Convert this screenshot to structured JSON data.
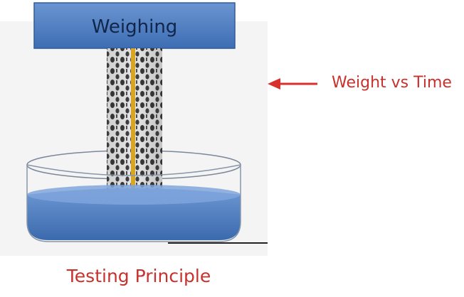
{
  "weighing_label": "Weighing",
  "annotation": {
    "text": "Weight vs Time",
    "arrow_icon": "arrow-left-icon"
  },
  "caption": "Testing Principle",
  "colors": {
    "accent_red": "#c8312c",
    "box_top": "#5b86c6",
    "box_bottom": "#3f6fb4",
    "liquid": "#4a78b8",
    "fabric_strip": "#d8a622",
    "panel_bg": "#f5f5f5"
  }
}
